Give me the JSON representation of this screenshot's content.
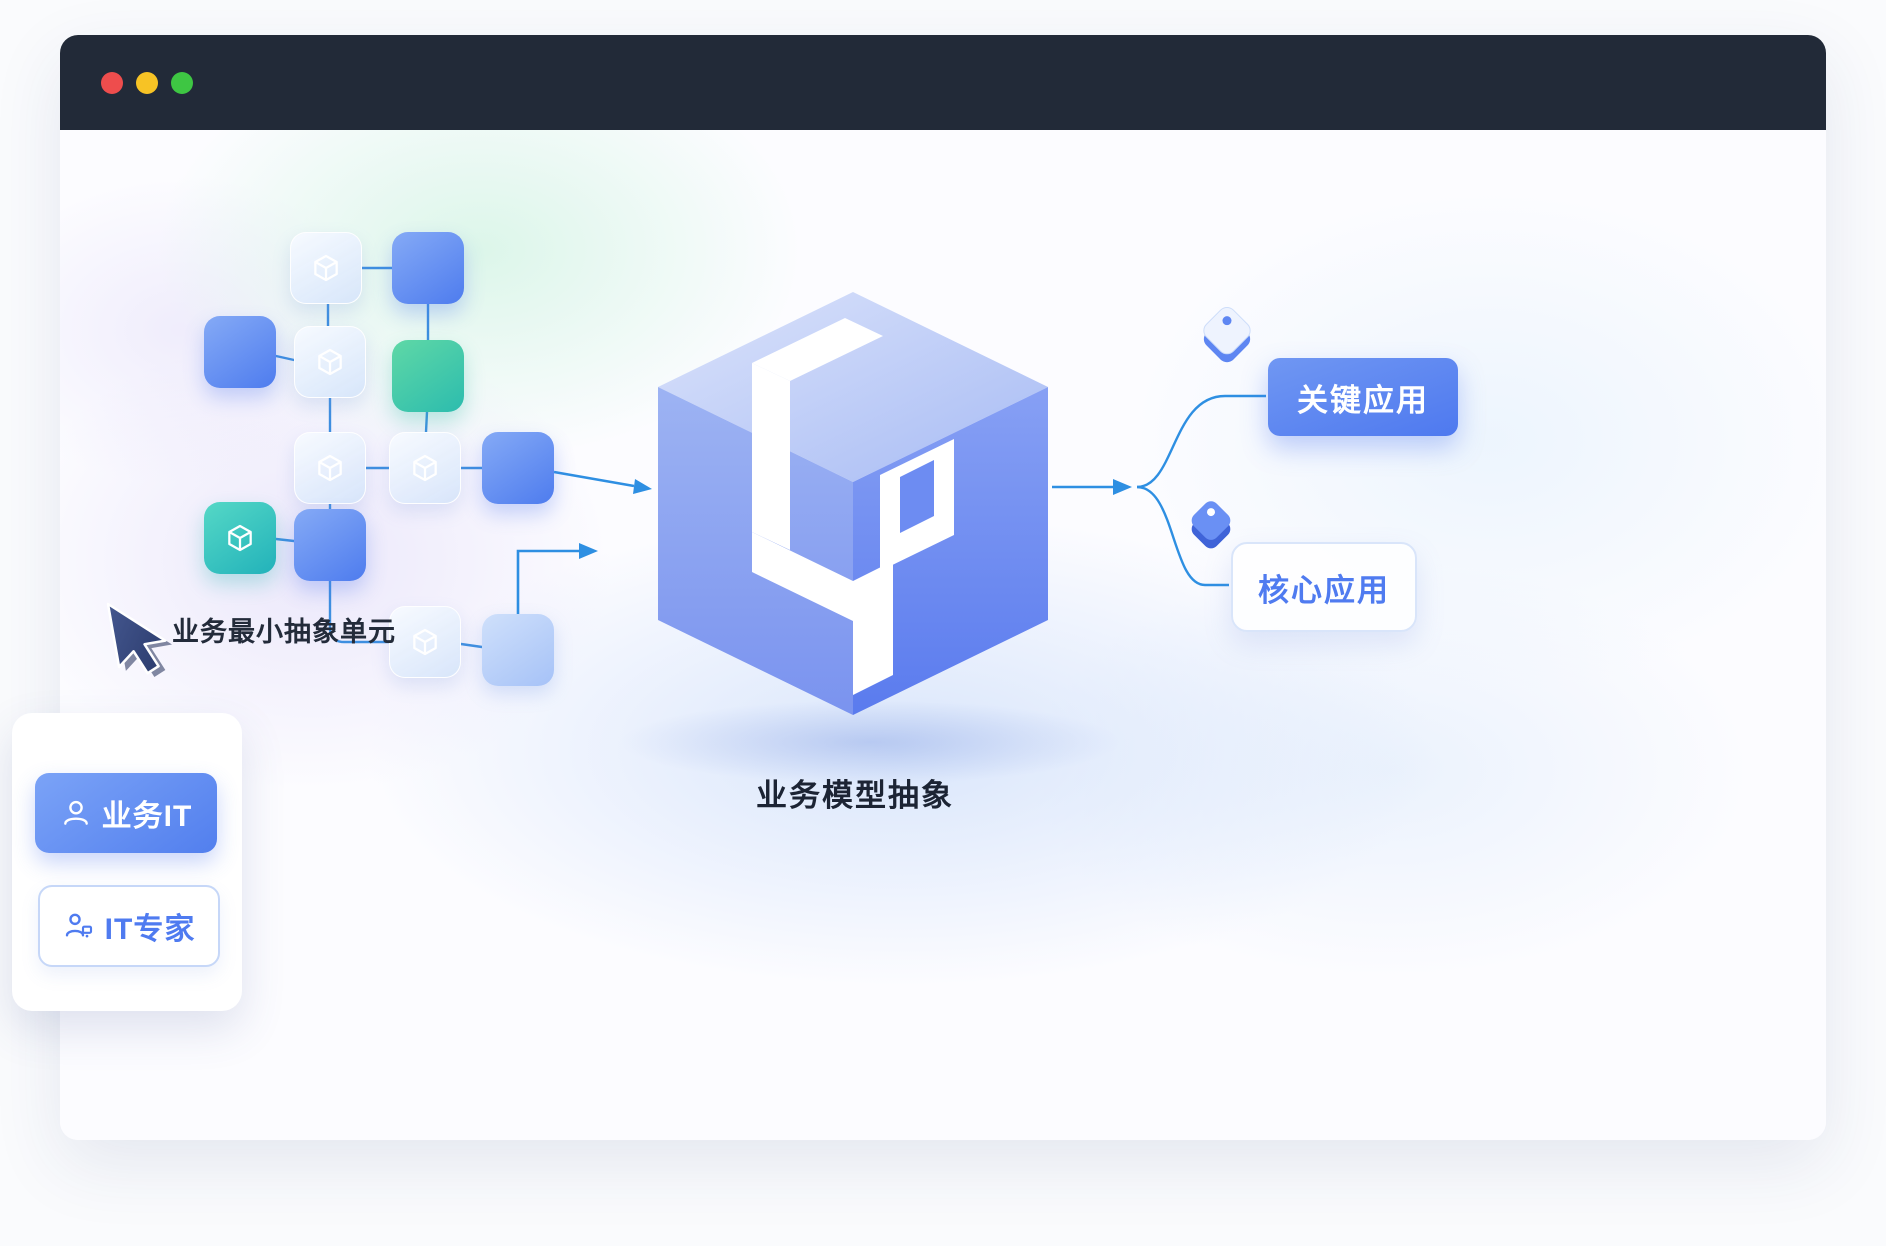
{
  "window": {
    "controls": [
      {
        "name": "close",
        "color": "#ee4d4d"
      },
      {
        "name": "minimize",
        "color": "#f7c325"
      },
      {
        "name": "maximize",
        "color": "#3ec643"
      }
    ]
  },
  "diagram": {
    "annotation_label": "业务最小抽象单元",
    "center_label": "业务模型抽象",
    "outputs": [
      {
        "label": "关键应用",
        "variant": "filled",
        "icon": "tag-icon"
      },
      {
        "label": "核心应用",
        "variant": "outline",
        "icon": "tag-icon"
      }
    ],
    "roles": [
      {
        "label": "业务IT",
        "variant": "filled",
        "icon": "person-icon"
      },
      {
        "label": "IT专家",
        "variant": "outline",
        "icon": "expert-icon"
      }
    ],
    "icons": {
      "module_node": "cube-3d-icon",
      "pointer": "cursor-arrow-icon",
      "center": "abstraction-cube"
    },
    "colors": {
      "titlebar": "#222a38",
      "accent_blue": "#4f7bf0",
      "line_blue": "#3e8fe0",
      "teal": "#2cbcae",
      "cube_top": "#c2d0f7",
      "cube_left": "#8aa2f1",
      "cube_right": "#6585f0"
    }
  }
}
